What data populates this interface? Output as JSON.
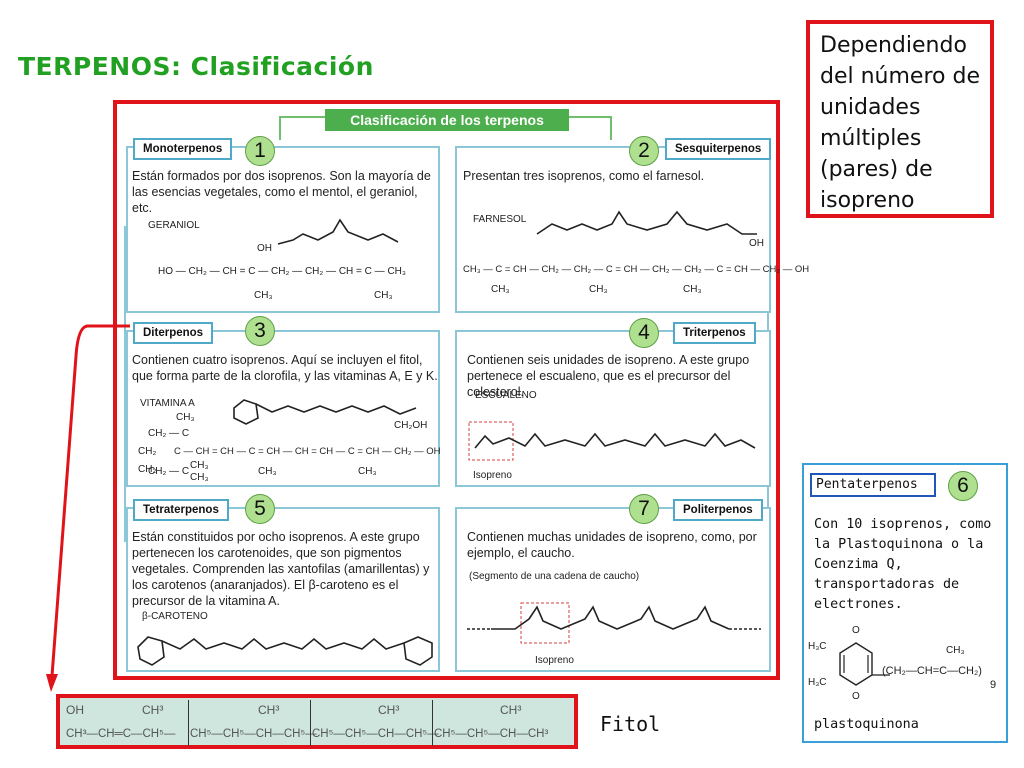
{
  "title": "TERPENOS: Clasificación",
  "callout": {
    "text": "Dependiendo del número de unidades múltiples (pares) de isopreno"
  },
  "infographic": {
    "heading": "Clasificación de los terpenos",
    "panels": [
      {
        "number": "1",
        "tab": "Monoterpenos",
        "text": "Están formados por dos isoprenos. Son la mayoría de las esencias vegetales, como el mentol, el geraniol, etc.",
        "molecule": "GERANIOL"
      },
      {
        "number": "2",
        "tab": "Sesquiterpenos",
        "text": "Presentan tres isoprenos, como el farnesol.",
        "molecule": "FARNESOL"
      },
      {
        "number": "3",
        "tab": "Diterpenos",
        "text": "Contienen cuatro isoprenos. Aquí se incluyen el fitol, que forma parte de la clorofila, y las vitaminas A, E y K.",
        "molecule": "VITAMINA A"
      },
      {
        "number": "4",
        "tab": "Triterpenos",
        "text": "Contienen seis unidades de isopreno. A este grupo pertenece el escualeno, que es el precursor del colesterol.",
        "molecule": "ESCUALENO",
        "sublabel": "Isopreno"
      },
      {
        "number": "5",
        "tab": "Tetraterpenos",
        "text": "Están constituidos por ocho isoprenos. A este grupo pertenecen los carotenoides, que son pigmentos vegetales. Comprenden las xantofilas (amarillentas) y los carotenos (anaranjados). El β-caroteno es el precursor de la vitamina A.",
        "molecule": "β-CAROTENO"
      },
      {
        "number": "7",
        "tab": "Politerpenos",
        "text": "Contienen muchas unidades de isopreno, como, por ejemplo, el caucho.",
        "molecule": "(Segmento de una cadena de caucho)",
        "sublabel": "Isopreno"
      }
    ],
    "formulas": {
      "geraniol_oh": "OH",
      "geraniol": "HO — CH₂ — CH = C — CH₂ — CH₂ — CH = C — CH₃",
      "geraniol_ch3_a": "CH₃",
      "geraniol_ch3_b": "CH₃",
      "farnesol_oh": "OH",
      "farnesol": "CH₃ — C = CH — CH₂ — CH₂ — C = CH — CH₂ — CH₂ — C = CH — CH₂ — OH",
      "farnesol_ch3_a": "CH₃",
      "farnesol_ch3_b": "CH₃",
      "farnesol_ch3_c": "CH₃",
      "vitA_ch3_top": "CH₃",
      "vitA_ch2_a": "CH₂ — C",
      "vitA_ch2_b": "CH₂",
      "vitA_chain": "C — CH = CH — C = CH — CH = CH — C = CH — CH₂ — OH",
      "vitA_ch2_c": "CH₂",
      "vitA_ch2_d": "CH₂ — C",
      "vitA_ch3_a": "CH₃",
      "vitA_ch3_b": "CH₃",
      "vitA_ch3_c": "CH₃",
      "vitA_ch3_d": "CH₃",
      "vitA_ch2oh": "CH₂OH"
    }
  },
  "side_panel": {
    "number": "6",
    "tab": "Pentaterpenos",
    "text": "Con  10 isoprenos, como la Plastoquinona o la Coenzima Q, transportadoras de electrones.",
    "caption": "plastoquinona",
    "formula": {
      "h3c_top": "H₃C",
      "h3c_bottom": "H₃C",
      "o_top": "O",
      "o_bottom": "O",
      "ch3": "CH₃",
      "chain": "(CH₂—CH=C—CH₂)",
      "n": "9"
    }
  },
  "fitol": {
    "label": "Fitol",
    "top_row": [
      "OH",
      "CH³",
      "CH³",
      "CH³",
      "CH³"
    ],
    "bottom_row": [
      "CH³—CH═C—CH⁵—",
      "CH⁵—CH⁵—CH—CH⁵—",
      "CH⁵—CH⁵—CH—CH⁵—",
      "CH⁵—CH⁵—CH—CH³"
    ]
  },
  "colors": {
    "accent_red": "#e0131a",
    "accent_green": "#22a022",
    "panel_border": "#8cc7d9",
    "badge": "#aee08f",
    "fitol_bg": "#cfe6df"
  }
}
